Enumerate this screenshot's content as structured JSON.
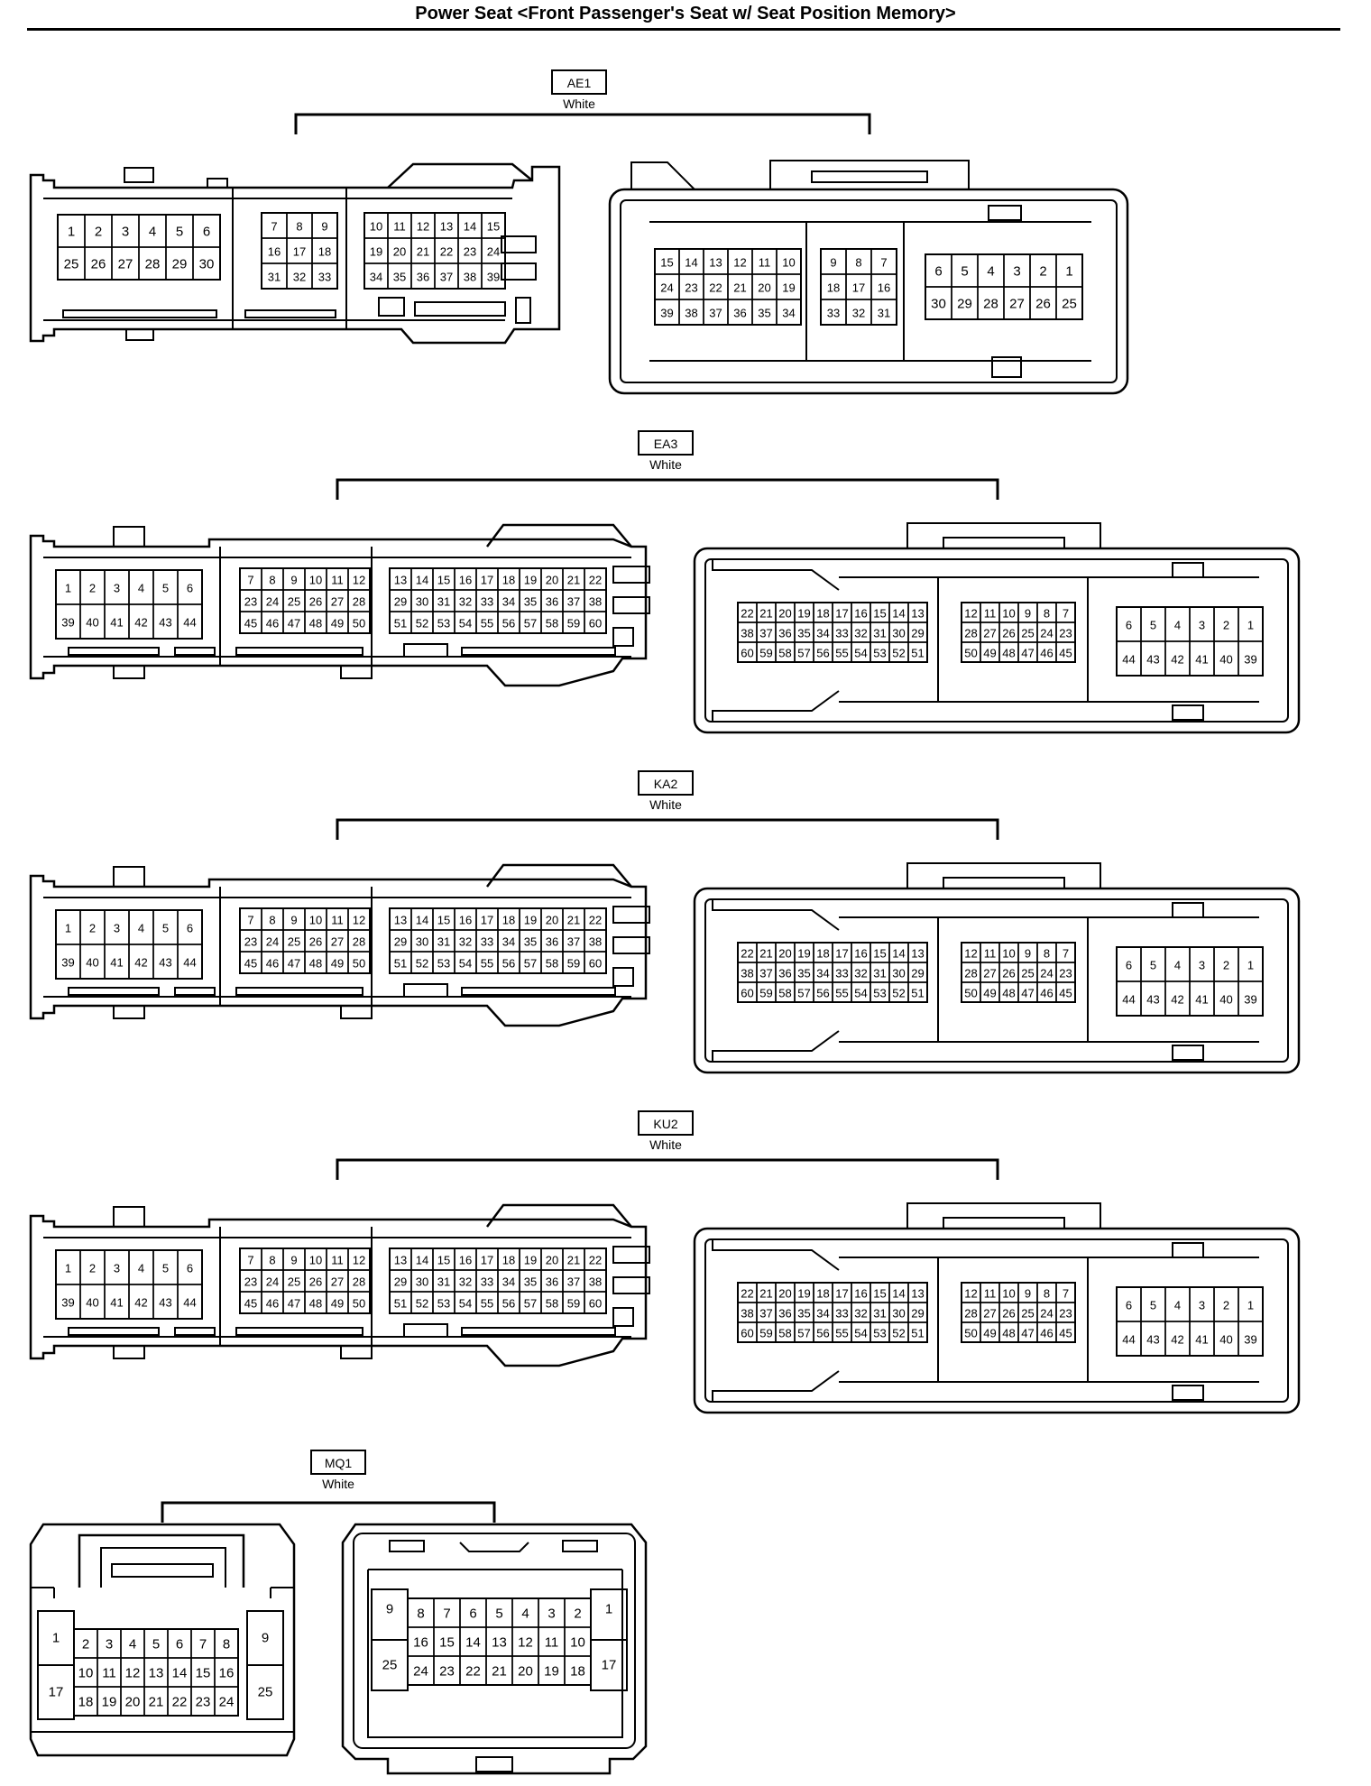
{
  "title": "Power Seat <Front Passenger's Seat w/ Seat Position Memory>",
  "connectors": [
    {
      "code": "AE1",
      "color_label": "White",
      "left_blocks": [
        [
          [
            "1",
            "2",
            "3",
            "4",
            "5",
            "6"
          ],
          [
            "25",
            "26",
            "27",
            "28",
            "29",
            "30"
          ]
        ],
        [
          [
            "7",
            "8",
            "9"
          ],
          [
            "16",
            "17",
            "18"
          ],
          [
            "31",
            "32",
            "33"
          ]
        ],
        [
          [
            "10",
            "11",
            "12",
            "13",
            "14",
            "15"
          ],
          [
            "19",
            "20",
            "21",
            "22",
            "23",
            "24"
          ],
          [
            "34",
            "35",
            "36",
            "37",
            "38",
            "39"
          ]
        ]
      ],
      "right_blocks": [
        [
          [
            "15",
            "14",
            "13",
            "12",
            "11",
            "10"
          ],
          [
            "24",
            "23",
            "22",
            "21",
            "20",
            "19"
          ],
          [
            "39",
            "38",
            "37",
            "36",
            "35",
            "34"
          ]
        ],
        [
          [
            "9",
            "8",
            "7"
          ],
          [
            "18",
            "17",
            "16"
          ],
          [
            "33",
            "32",
            "31"
          ]
        ],
        [
          [
            "6",
            "5",
            "4",
            "3",
            "2",
            "1"
          ],
          [
            "30",
            "29",
            "28",
            "27",
            "26",
            "25"
          ]
        ]
      ]
    },
    {
      "code": "EA3",
      "color_label": "White",
      "left_blocks": [
        [
          [
            "1",
            "2",
            "3",
            "4",
            "5",
            "6"
          ],
          [
            "39",
            "40",
            "41",
            "42",
            "43",
            "44"
          ]
        ],
        [
          [
            "7",
            "8",
            "9",
            "10",
            "11",
            "12"
          ],
          [
            "23",
            "24",
            "25",
            "26",
            "27",
            "28"
          ],
          [
            "45",
            "46",
            "47",
            "48",
            "49",
            "50"
          ]
        ],
        [
          [
            "13",
            "14",
            "15",
            "16",
            "17",
            "18",
            "19",
            "20",
            "21",
            "22"
          ],
          [
            "29",
            "30",
            "31",
            "32",
            "33",
            "34",
            "35",
            "36",
            "37",
            "38"
          ],
          [
            "51",
            "52",
            "53",
            "54",
            "55",
            "56",
            "57",
            "58",
            "59",
            "60"
          ]
        ]
      ],
      "right_blocks": [
        [
          [
            "22",
            "21",
            "20",
            "19",
            "18",
            "17",
            "16",
            "15",
            "14",
            "13"
          ],
          [
            "38",
            "37",
            "36",
            "35",
            "34",
            "33",
            "32",
            "31",
            "30",
            "29"
          ],
          [
            "60",
            "59",
            "58",
            "57",
            "56",
            "55",
            "54",
            "53",
            "52",
            "51"
          ]
        ],
        [
          [
            "12",
            "11",
            "10",
            "9",
            "8",
            "7"
          ],
          [
            "28",
            "27",
            "26",
            "25",
            "24",
            "23"
          ],
          [
            "50",
            "49",
            "48",
            "47",
            "46",
            "45"
          ]
        ],
        [
          [
            "6",
            "5",
            "4",
            "3",
            "2",
            "1"
          ],
          [
            "44",
            "43",
            "42",
            "41",
            "40",
            "39"
          ]
        ]
      ]
    },
    {
      "code": "KA2",
      "color_label": "White",
      "left_blocks": [
        [
          [
            "1",
            "2",
            "3",
            "4",
            "5",
            "6"
          ],
          [
            "39",
            "40",
            "41",
            "42",
            "43",
            "44"
          ]
        ],
        [
          [
            "7",
            "8",
            "9",
            "10",
            "11",
            "12"
          ],
          [
            "23",
            "24",
            "25",
            "26",
            "27",
            "28"
          ],
          [
            "45",
            "46",
            "47",
            "48",
            "49",
            "50"
          ]
        ],
        [
          [
            "13",
            "14",
            "15",
            "16",
            "17",
            "18",
            "19",
            "20",
            "21",
            "22"
          ],
          [
            "29",
            "30",
            "31",
            "32",
            "33",
            "34",
            "35",
            "36",
            "37",
            "38"
          ],
          [
            "51",
            "52",
            "53",
            "54",
            "55",
            "56",
            "57",
            "58",
            "59",
            "60"
          ]
        ]
      ],
      "right_blocks": [
        [
          [
            "22",
            "21",
            "20",
            "19",
            "18",
            "17",
            "16",
            "15",
            "14",
            "13"
          ],
          [
            "38",
            "37",
            "36",
            "35",
            "34",
            "33",
            "32",
            "31",
            "30",
            "29"
          ],
          [
            "60",
            "59",
            "58",
            "57",
            "56",
            "55",
            "54",
            "53",
            "52",
            "51"
          ]
        ],
        [
          [
            "12",
            "11",
            "10",
            "9",
            "8",
            "7"
          ],
          [
            "28",
            "27",
            "26",
            "25",
            "24",
            "23"
          ],
          [
            "50",
            "49",
            "48",
            "47",
            "46",
            "45"
          ]
        ],
        [
          [
            "6",
            "5",
            "4",
            "3",
            "2",
            "1"
          ],
          [
            "44",
            "43",
            "42",
            "41",
            "40",
            "39"
          ]
        ]
      ]
    },
    {
      "code": "KU2",
      "color_label": "White",
      "left_blocks": [
        [
          [
            "1",
            "2",
            "3",
            "4",
            "5",
            "6"
          ],
          [
            "39",
            "40",
            "41",
            "42",
            "43",
            "44"
          ]
        ],
        [
          [
            "7",
            "8",
            "9",
            "10",
            "11",
            "12"
          ],
          [
            "23",
            "24",
            "25",
            "26",
            "27",
            "28"
          ],
          [
            "45",
            "46",
            "47",
            "48",
            "49",
            "50"
          ]
        ],
        [
          [
            "13",
            "14",
            "15",
            "16",
            "17",
            "18",
            "19",
            "20",
            "21",
            "22"
          ],
          [
            "29",
            "30",
            "31",
            "32",
            "33",
            "34",
            "35",
            "36",
            "37",
            "38"
          ],
          [
            "51",
            "52",
            "53",
            "54",
            "55",
            "56",
            "57",
            "58",
            "59",
            "60"
          ]
        ]
      ],
      "right_blocks": [
        [
          [
            "22",
            "21",
            "20",
            "19",
            "18",
            "17",
            "16",
            "15",
            "14",
            "13"
          ],
          [
            "38",
            "37",
            "36",
            "35",
            "34",
            "33",
            "32",
            "31",
            "30",
            "29"
          ],
          [
            "60",
            "59",
            "58",
            "57",
            "56",
            "55",
            "54",
            "53",
            "52",
            "51"
          ]
        ],
        [
          [
            "12",
            "11",
            "10",
            "9",
            "8",
            "7"
          ],
          [
            "28",
            "27",
            "26",
            "25",
            "24",
            "23"
          ],
          [
            "50",
            "49",
            "48",
            "47",
            "46",
            "45"
          ]
        ],
        [
          [
            "6",
            "5",
            "4",
            "3",
            "2",
            "1"
          ],
          [
            "44",
            "43",
            "42",
            "41",
            "40",
            "39"
          ]
        ]
      ]
    },
    {
      "code": "MQ1",
      "color_label": "White",
      "left_pins": {
        "side_left": [
          "1",
          "17"
        ],
        "grid": [
          [
            "2",
            "3",
            "4",
            "5",
            "6",
            "7",
            "8"
          ],
          [
            "10",
            "11",
            "12",
            "13",
            "14",
            "15",
            "16"
          ],
          [
            "18",
            "19",
            "20",
            "21",
            "22",
            "23",
            "24"
          ]
        ],
        "side_right": [
          "9",
          "25"
        ]
      },
      "right_pins": {
        "side_left": [
          "9",
          "25"
        ],
        "grid": [
          [
            "8",
            "7",
            "6",
            "5",
            "4",
            "3",
            "2"
          ],
          [
            "16",
            "15",
            "14",
            "13",
            "12",
            "11",
            "10"
          ],
          [
            "24",
            "23",
            "22",
            "21",
            "20",
            "19",
            "18"
          ]
        ],
        "side_right": [
          "1",
          "17"
        ]
      }
    }
  ]
}
